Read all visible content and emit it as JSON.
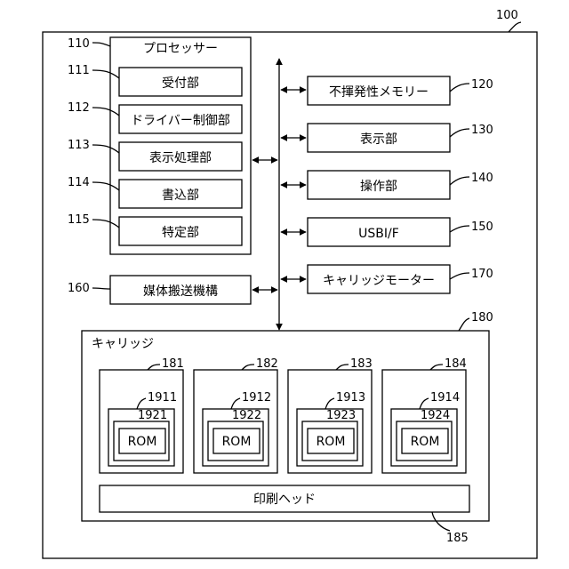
{
  "refs": {
    "system": "100",
    "processor": "110",
    "receiving": "111",
    "driver_control": "112",
    "display_processing": "113",
    "writing": "114",
    "specifying": "115",
    "nvm": "120",
    "display": "130",
    "operation": "140",
    "usb": "150",
    "media_transport": "160",
    "carriage_motor": "170",
    "carriage": "180",
    "cart1": "181",
    "cart2": "182",
    "cart3": "183",
    "cart4": "184",
    "print_head": "185",
    "chip1": "1911",
    "chip2": "1912",
    "chip3": "1913",
    "chip4": "1914",
    "rom1": "1921",
    "rom2": "1922",
    "rom3": "1923",
    "rom4": "1924"
  },
  "labels": {
    "processor": "プロセッサー",
    "receiving": "受付部",
    "driver_control": "ドライバー制御部",
    "display_processing": "表示処理部",
    "writing": "書込部",
    "specifying": "特定部",
    "nvm": "不揮発性メモリー",
    "display": "表示部",
    "operation": "操作部",
    "usb": "USBI/F",
    "media_transport": "媒体搬送機構",
    "carriage_motor": "キャリッジモーター",
    "carriage": "キャリッジ",
    "rom": "ROM",
    "print_head": "印刷ヘッド"
  }
}
